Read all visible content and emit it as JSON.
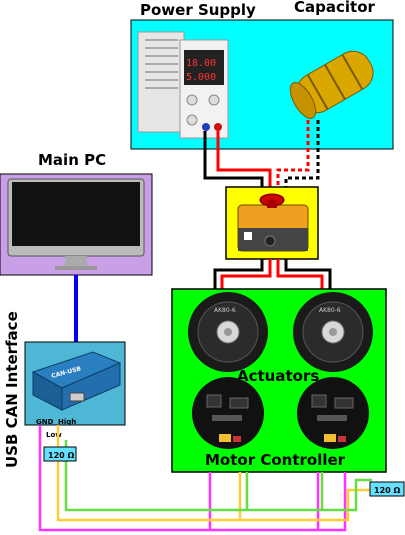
{
  "labels": {
    "power_supply": "Power Supply",
    "capacitor": "Capacitor",
    "main_pc": "Main PC",
    "usb_can_interface": "USB CAN Interface",
    "actuators": "Actuators",
    "motor_controller": "Motor Controller",
    "can_usb_device": "CAN-USB",
    "pin_gnd": "GND",
    "pin_high": "High",
    "pin_low": "Low",
    "resistor_left": "120 Ω",
    "resistor_right": "120 Ω",
    "psu_readout_voltage": "18.00",
    "psu_readout_current": "5.000"
  },
  "colors": {
    "power_box": "#00ffff",
    "estop_box": "#ffff00",
    "controller_box": "#00ff00",
    "pc_box": "#c9a0e8",
    "usb_box": "#4fb7d6",
    "resistor_box": "#66e0ff",
    "wire_power_pos": "#ff0000",
    "wire_power_neg": "#000000",
    "wire_usb": "#0000ff",
    "wire_can_high": "#ffcc33",
    "wire_can_low": "#66dd44",
    "wire_gnd": "#ff33ff"
  }
}
